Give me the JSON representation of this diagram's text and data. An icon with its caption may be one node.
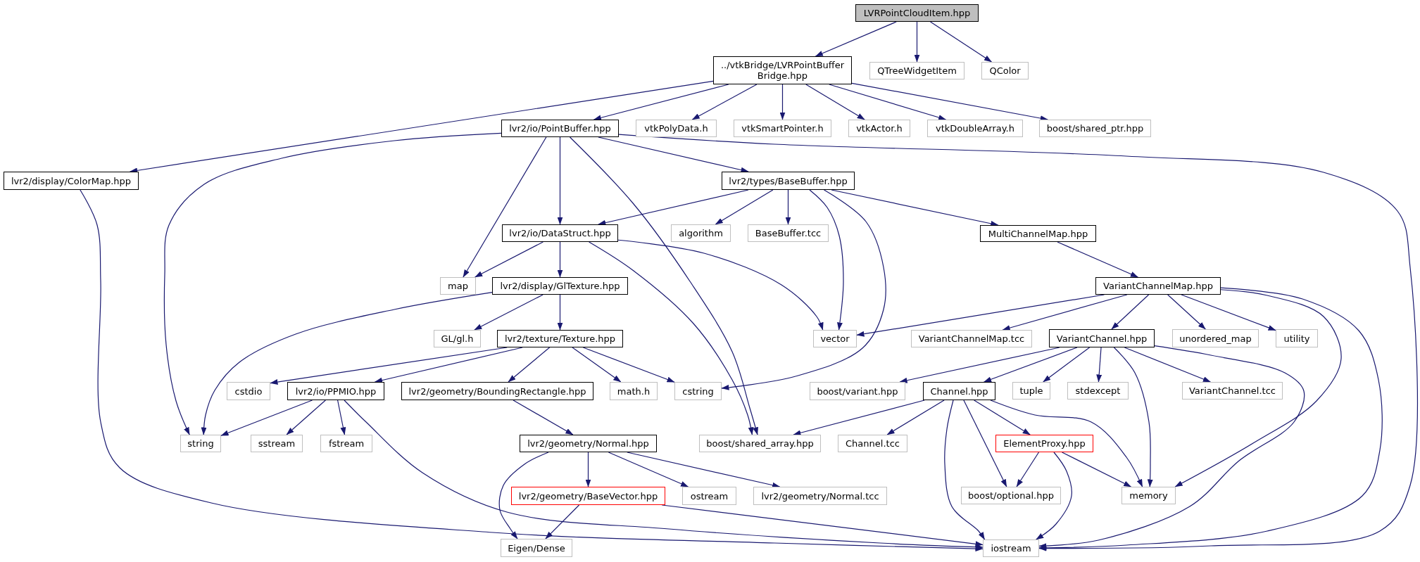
{
  "diagram": {
    "nodes": [
      {
        "text": [
          "LVRPointCloudItem.hpp"
        ]
      },
      {
        "text": [
          "../vtkBridge/LVRPointBuffer Bridge.hpp"
        ]
      },
      {
        "text": [
          "QTreeWidgetItem"
        ]
      },
      {
        "text": [
          "QColor"
        ]
      },
      {
        "text": [
          "lvr2/io/PointBuffer.hpp"
        ]
      },
      {
        "text": [
          "vtkPolyData.h"
        ]
      },
      {
        "text": [
          "vtkSmartPointer.h"
        ]
      },
      {
        "text": [
          "vtkActor.h"
        ]
      },
      {
        "text": [
          "vtkDoubleArray.h"
        ]
      },
      {
        "text": [
          "boost/shared_ptr.hpp"
        ]
      },
      {
        "text": [
          "lvr2/display/ColorMap.hpp"
        ]
      },
      {
        "text": [
          "lvr2/types/BaseBuffer.hpp"
        ]
      },
      {
        "text": [
          "MultiChannelMap.hpp"
        ]
      },
      {
        "text": [
          "lvr2/io/DataStruct.hpp"
        ]
      },
      {
        "text": [
          "algorithm"
        ]
      },
      {
        "text": [
          "BaseBuffer.tcc"
        ]
      },
      {
        "text": [
          "map"
        ]
      },
      {
        "text": [
          "lvr2/display/GlTexture.hpp"
        ]
      },
      {
        "text": [
          "VariantChannelMap.hpp"
        ]
      },
      {
        "text": [
          "GL/gl.h"
        ]
      },
      {
        "text": [
          "lvr2/texture/Texture.hpp"
        ]
      },
      {
        "text": [
          "vector"
        ]
      },
      {
        "text": [
          "VariantChannelMap.tcc"
        ]
      },
      {
        "text": [
          "VariantChannel.hpp"
        ]
      },
      {
        "text": [
          "unordered_map"
        ]
      },
      {
        "text": [
          "utility"
        ]
      },
      {
        "text": [
          "cstdio"
        ]
      },
      {
        "text": [
          "lvr2/io/PPMIO.hpp"
        ]
      },
      {
        "text": [
          "lvr2/geometry/BoundingRectangle.hpp"
        ]
      },
      {
        "text": [
          "math.h"
        ]
      },
      {
        "text": [
          "cstring"
        ]
      },
      {
        "text": [
          "boost/variant.hpp"
        ]
      },
      {
        "text": [
          "Channel.hpp"
        ]
      },
      {
        "text": [
          "tuple"
        ]
      },
      {
        "text": [
          "stdexcept"
        ]
      },
      {
        "text": [
          "VariantChannel.tcc"
        ]
      },
      {
        "text": [
          "string"
        ]
      },
      {
        "text": [
          "sstream"
        ]
      },
      {
        "text": [
          "fstream"
        ]
      },
      {
        "text": [
          "lvr2/geometry/Normal.hpp"
        ]
      },
      {
        "text": [
          "boost/shared_array.hpp"
        ]
      },
      {
        "text": [
          "Channel.tcc"
        ]
      },
      {
        "text": [
          "ElementProxy.hpp"
        ]
      },
      {
        "text": [
          "lvr2/geometry/BaseVector.hpp"
        ]
      },
      {
        "text": [
          "ostream"
        ]
      },
      {
        "text": [
          "lvr2/geometry/Normal.tcc"
        ]
      },
      {
        "text": [
          "boost/optional.hpp"
        ]
      },
      {
        "text": [
          "memory"
        ]
      },
      {
        "text": [
          "Eigen/Dense"
        ]
      },
      {
        "text": [
          "iostream"
        ]
      }
    ],
    "edges": [
      {
        "from": 0,
        "to": 1,
        "arrow": "to"
      },
      {
        "from": 0,
        "to": 2,
        "arrow": "to"
      },
      {
        "from": 0,
        "to": 3,
        "arrow": "to"
      },
      {
        "from": 1,
        "to": 4,
        "arrow": "to"
      },
      {
        "from": 1,
        "to": 10,
        "arrow": "to"
      },
      {
        "from": 1,
        "to": 5,
        "arrow": "to"
      },
      {
        "from": 1,
        "to": 6,
        "arrow": "to"
      },
      {
        "from": 1,
        "to": 7,
        "arrow": "to"
      },
      {
        "from": 1,
        "to": 8,
        "arrow": "to"
      },
      {
        "from": 1,
        "to": 9,
        "arrow": "to"
      },
      {
        "from": 4,
        "to": 16,
        "arrow": "to"
      },
      {
        "from": 4,
        "to": 13,
        "arrow": "to"
      },
      {
        "from": 4,
        "to": 40,
        "arrow": "to"
      },
      {
        "from": 4,
        "to": 11,
        "arrow": "to"
      },
      {
        "from": 4,
        "to": 36,
        "arrow": "to"
      },
      {
        "from": 4,
        "to": 49,
        "arrow": "to"
      },
      {
        "from": 10,
        "to": 49,
        "arrow": "to"
      },
      {
        "from": 11,
        "to": 13,
        "arrow": "to"
      },
      {
        "from": 11,
        "to": 14,
        "arrow": "to"
      },
      {
        "from": 11,
        "to": 15,
        "arrow": "to"
      },
      {
        "from": 11,
        "to": 21,
        "arrow": "to"
      },
      {
        "from": 11,
        "to": 30,
        "arrow": "to"
      },
      {
        "from": 11,
        "to": 12,
        "arrow": "to"
      },
      {
        "from": 12,
        "to": 18,
        "arrow": "to"
      },
      {
        "from": 13,
        "to": 16,
        "arrow": "to"
      },
      {
        "from": 13,
        "to": 17,
        "arrow": "to"
      },
      {
        "from": 13,
        "to": 40,
        "arrow": "to"
      },
      {
        "from": 13,
        "to": 21,
        "arrow": "to"
      },
      {
        "from": 17,
        "to": 36,
        "arrow": "to"
      },
      {
        "from": 17,
        "to": 19,
        "arrow": "to"
      },
      {
        "from": 17,
        "to": 20,
        "arrow": "to"
      },
      {
        "from": 18,
        "to": 21,
        "arrow": "to"
      },
      {
        "from": 18,
        "to": 22,
        "arrow": "to"
      },
      {
        "from": 18,
        "to": 23,
        "arrow": "to"
      },
      {
        "from": 18,
        "to": 24,
        "arrow": "to"
      },
      {
        "from": 18,
        "to": 25,
        "arrow": "to"
      },
      {
        "from": 18,
        "to": 47,
        "arrow": "to"
      },
      {
        "from": 18,
        "to": 49,
        "arrow": "to"
      },
      {
        "from": 20,
        "to": 26,
        "arrow": "to"
      },
      {
        "from": 20,
        "to": 27,
        "arrow": "to"
      },
      {
        "from": 20,
        "to": 28,
        "arrow": "to"
      },
      {
        "from": 20,
        "to": 29,
        "arrow": "to"
      },
      {
        "from": 20,
        "to": 30,
        "arrow": "to"
      },
      {
        "from": 23,
        "to": 31,
        "arrow": "to"
      },
      {
        "from": 23,
        "to": 32,
        "arrow": "to"
      },
      {
        "from": 23,
        "to": 33,
        "arrow": "to"
      },
      {
        "from": 23,
        "to": 34,
        "arrow": "to"
      },
      {
        "from": 23,
        "to": 47,
        "arrow": "to"
      },
      {
        "from": 23,
        "to": 35,
        "arrow": "to"
      },
      {
        "from": 23,
        "to": 49,
        "arrow": "to"
      },
      {
        "from": 27,
        "to": 36,
        "arrow": "to"
      },
      {
        "from": 27,
        "to": 37,
        "arrow": "to"
      },
      {
        "from": 27,
        "to": 38,
        "arrow": "to"
      },
      {
        "from": 27,
        "to": 49,
        "arrow": "to"
      },
      {
        "from": 28,
        "to": 39,
        "arrow": "to"
      },
      {
        "from": 32,
        "to": 40,
        "arrow": "to"
      },
      {
        "from": 32,
        "to": 41,
        "arrow": "to"
      },
      {
        "from": 32,
        "to": 49,
        "arrow": "to"
      },
      {
        "from": 32,
        "to": 46,
        "arrow": "to"
      },
      {
        "from": 32,
        "to": 42,
        "arrow": "to"
      },
      {
        "from": 32,
        "to": 47,
        "arrow": "to"
      },
      {
        "from": 39,
        "to": 48,
        "arrow": "to"
      },
      {
        "from": 39,
        "to": 43,
        "arrow": "to"
      },
      {
        "from": 39,
        "to": 44,
        "arrow": "to"
      },
      {
        "from": 39,
        "to": 45,
        "arrow": "to"
      },
      {
        "from": 42,
        "to": 46,
        "arrow": "to"
      },
      {
        "from": 42,
        "to": 49,
        "arrow": "to"
      },
      {
        "from": 42,
        "to": 47,
        "arrow": "to"
      },
      {
        "from": 43,
        "to": 48,
        "arrow": "to"
      },
      {
        "from": 43,
        "to": 49,
        "arrow": "to"
      }
    ]
  }
}
